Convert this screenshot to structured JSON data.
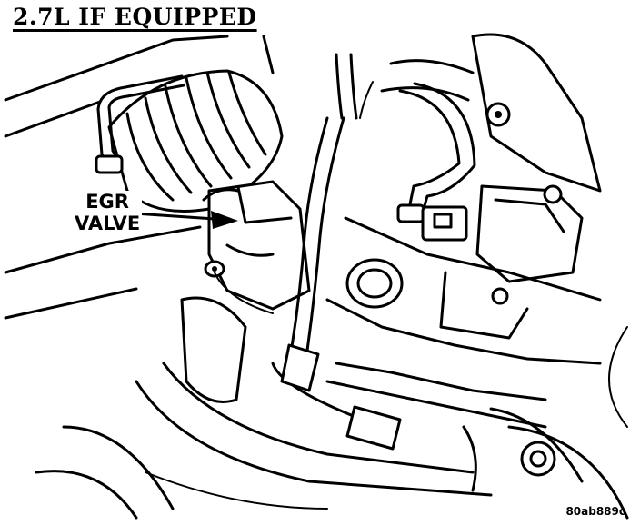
{
  "figure": {
    "title": "2.7L IF EQUIPPED",
    "callouts": [
      {
        "line1": "EGR",
        "line2": "VALVE"
      }
    ],
    "figure_id": "80ab889c"
  },
  "icons": {
    "arrow": "leader-arrow-icon"
  }
}
